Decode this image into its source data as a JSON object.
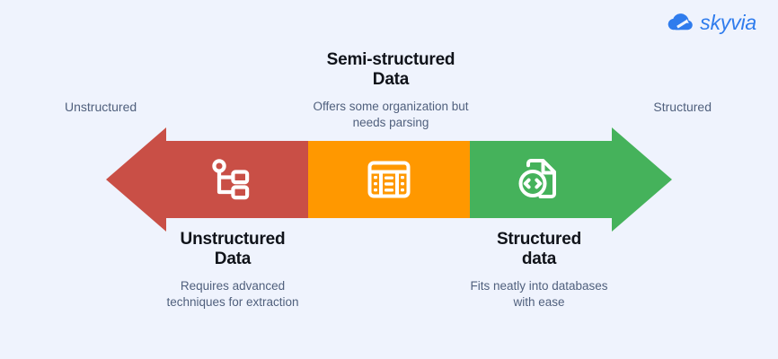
{
  "brand": {
    "name": "skyvia",
    "logo_icon": "cloud-icon",
    "color": "#2f7ced"
  },
  "scale": {
    "left_label": "Unstructured",
    "right_label": "Structured"
  },
  "segments": [
    {
      "key": "unstructured",
      "title": "Unstructured\nData",
      "title_line1": "Unstructured",
      "title_line2": "Data",
      "subtitle": "Requires advanced techniques for extraction",
      "subtitle_line1": "Requires advanced",
      "subtitle_line2": "techniques for extraction",
      "color": "#c94f46",
      "icon": "hierarchy-tree-icon",
      "caption_position": "bottom"
    },
    {
      "key": "semi-structured",
      "title": "Semi-structured\nData",
      "title_line1": "Semi-structured",
      "title_line2": "Data",
      "subtitle": "Offers some organization but needs parsing",
      "subtitle_line1": "Offers some organization but",
      "subtitle_line2": "needs parsing",
      "color": "#ff9800",
      "icon": "table-grid-icon",
      "caption_position": "top"
    },
    {
      "key": "structured",
      "title": "Structured\ndata",
      "title_line1": "Structured",
      "title_line2": "data",
      "subtitle": "Fits neatly into databases with ease",
      "subtitle_line1": "Fits neatly into databases",
      "subtitle_line2": "with ease",
      "color": "#45b25b",
      "icon": "file-code-icon",
      "caption_position": "bottom"
    }
  ],
  "colors": {
    "background": "#eff3fd",
    "title_text": "#10131a",
    "body_text": "#50607d",
    "red": "#c94f46",
    "orange": "#ff9800",
    "green": "#45b25b"
  }
}
